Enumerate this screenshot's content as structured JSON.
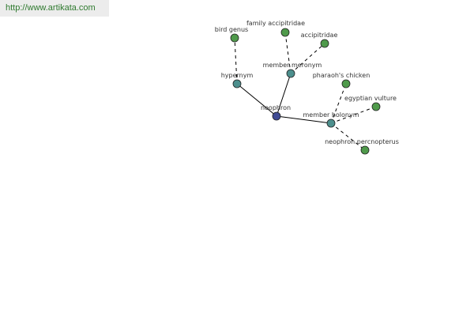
{
  "header": {
    "url_text": "http://www.artikata.com"
  },
  "colors": {
    "center": "#414c95",
    "relation": "#4d8f8d",
    "term": "#4f9a4b",
    "banner_text": "#2f7a2f"
  },
  "graph": {
    "nodes": [
      {
        "id": "neophron",
        "label": "neophron",
        "kind": "center"
      },
      {
        "id": "hypernym",
        "label": "hypernym",
        "kind": "relation"
      },
      {
        "id": "member-meronym",
        "label": "member meronym",
        "kind": "relation"
      },
      {
        "id": "member-holonym",
        "label": "member holonym",
        "kind": "relation"
      },
      {
        "id": "bird-genus",
        "label": "bird genus",
        "kind": "term"
      },
      {
        "id": "family-accipitridae",
        "label": "family accipitridae",
        "kind": "term"
      },
      {
        "id": "accipitridae",
        "label": "accipitridae",
        "kind": "term"
      },
      {
        "id": "pharaohs-chicken",
        "label": "pharaoh's chicken",
        "kind": "term"
      },
      {
        "id": "egyptian-vulture",
        "label": "egyptian vulture",
        "kind": "term"
      },
      {
        "id": "neophron-percnopterus",
        "label": "neophron percnopterus",
        "kind": "term"
      }
    ],
    "edges": [
      {
        "from": "neophron",
        "to": "hypernym",
        "style": "solid"
      },
      {
        "from": "neophron",
        "to": "member-meronym",
        "style": "solid"
      },
      {
        "from": "neophron",
        "to": "member-holonym",
        "style": "solid"
      },
      {
        "from": "hypernym",
        "to": "bird-genus",
        "style": "dashed"
      },
      {
        "from": "member-meronym",
        "to": "family-accipitridae",
        "style": "dashed"
      },
      {
        "from": "member-meronym",
        "to": "accipitridae",
        "style": "dashed"
      },
      {
        "from": "member-holonym",
        "to": "pharaohs-chicken",
        "style": "dashed"
      },
      {
        "from": "member-holonym",
        "to": "egyptian-vulture",
        "style": "dashed"
      },
      {
        "from": "member-holonym",
        "to": "neophron-percnopterus",
        "style": "dashed"
      }
    ]
  }
}
